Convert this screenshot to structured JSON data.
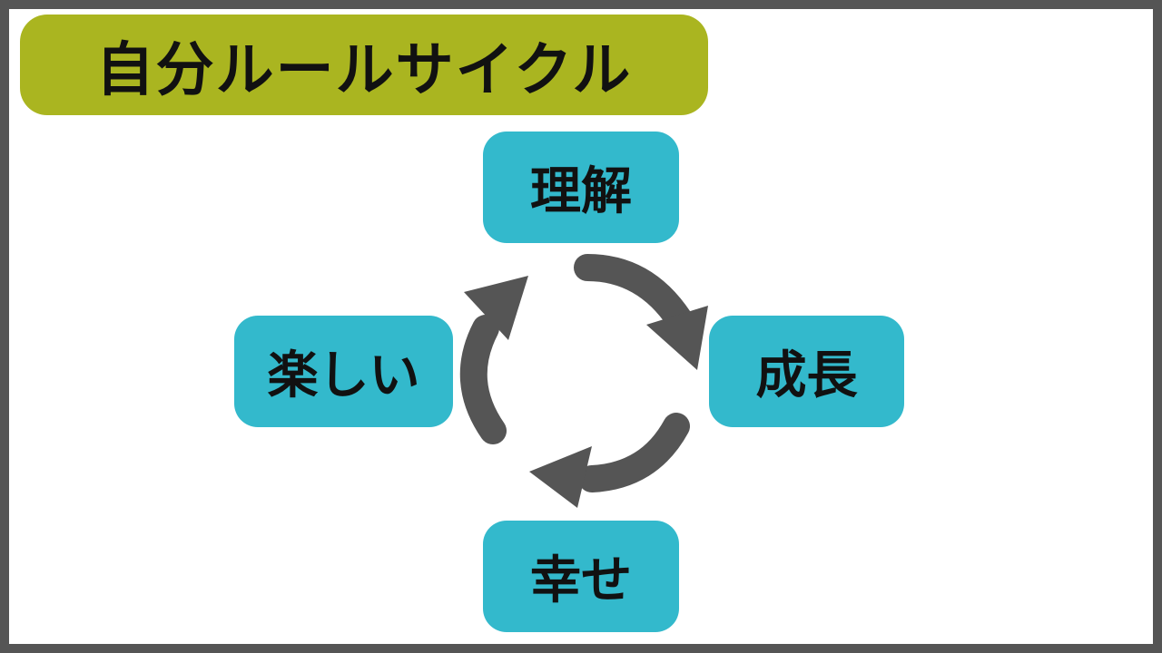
{
  "title": "自分ルールサイクル",
  "nodes": {
    "top": "理解",
    "right": "成長",
    "bottom": "幸せ",
    "left": "楽しい"
  },
  "colors": {
    "title_bg": "#aab520",
    "node_bg": "#33b9cc",
    "arrow": "#555555",
    "border": "#555555"
  }
}
